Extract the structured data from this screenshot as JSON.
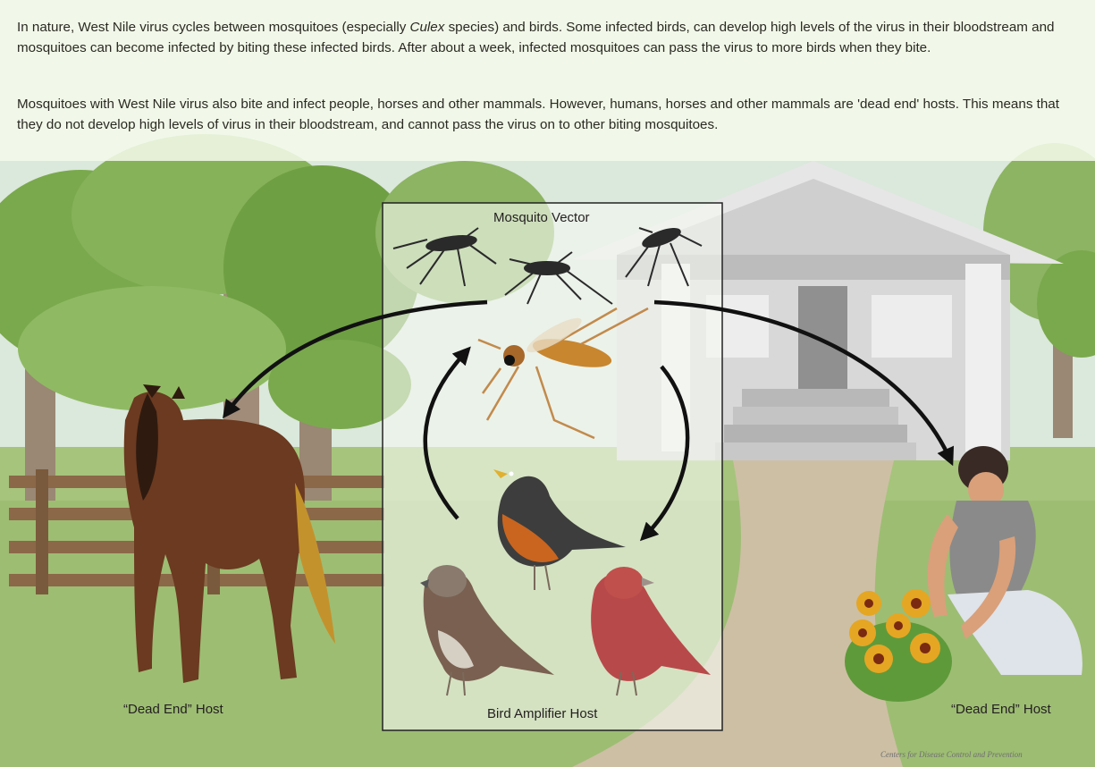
{
  "intro": {
    "paragraph1": "In nature, West Nile virus cycles between mosquitoes (especially Culex species) and birds.  Some infected birds, can develop high levels of the virus in their bloodstream and mosquitoes can become infected by biting these infected birds. After about a week, infected mosquitoes can pass the virus to more birds when they bite.",
    "paragraph2": "Mosquitoes with West Nile virus also bite and infect people, horses and other mammals. However, humans, horses and other mammals are 'dead end' hosts.  This means that they do not develop high levels of virus in their bloodstream, and cannot pass the virus on to other biting mosquitoes."
  },
  "labels": {
    "mosquito_vector": "Mosquito Vector",
    "bird_amplifier": "Bird Amplifier Host",
    "horse_host": "“Dead End” Host",
    "person_host": "“Dead End” Host"
  },
  "credit": "Centers for Disease Control and Prevention",
  "colors": {
    "sky": "#dbe8dc",
    "grass": "#9dbd73",
    "tree_foliage": "#7aa94d",
    "fence": "#8b6848",
    "house": "#c8c8c8",
    "path": "#cdbfa4",
    "arrow": "#111111",
    "horse": "#6b3a20",
    "panel": "#f6f8f2"
  }
}
